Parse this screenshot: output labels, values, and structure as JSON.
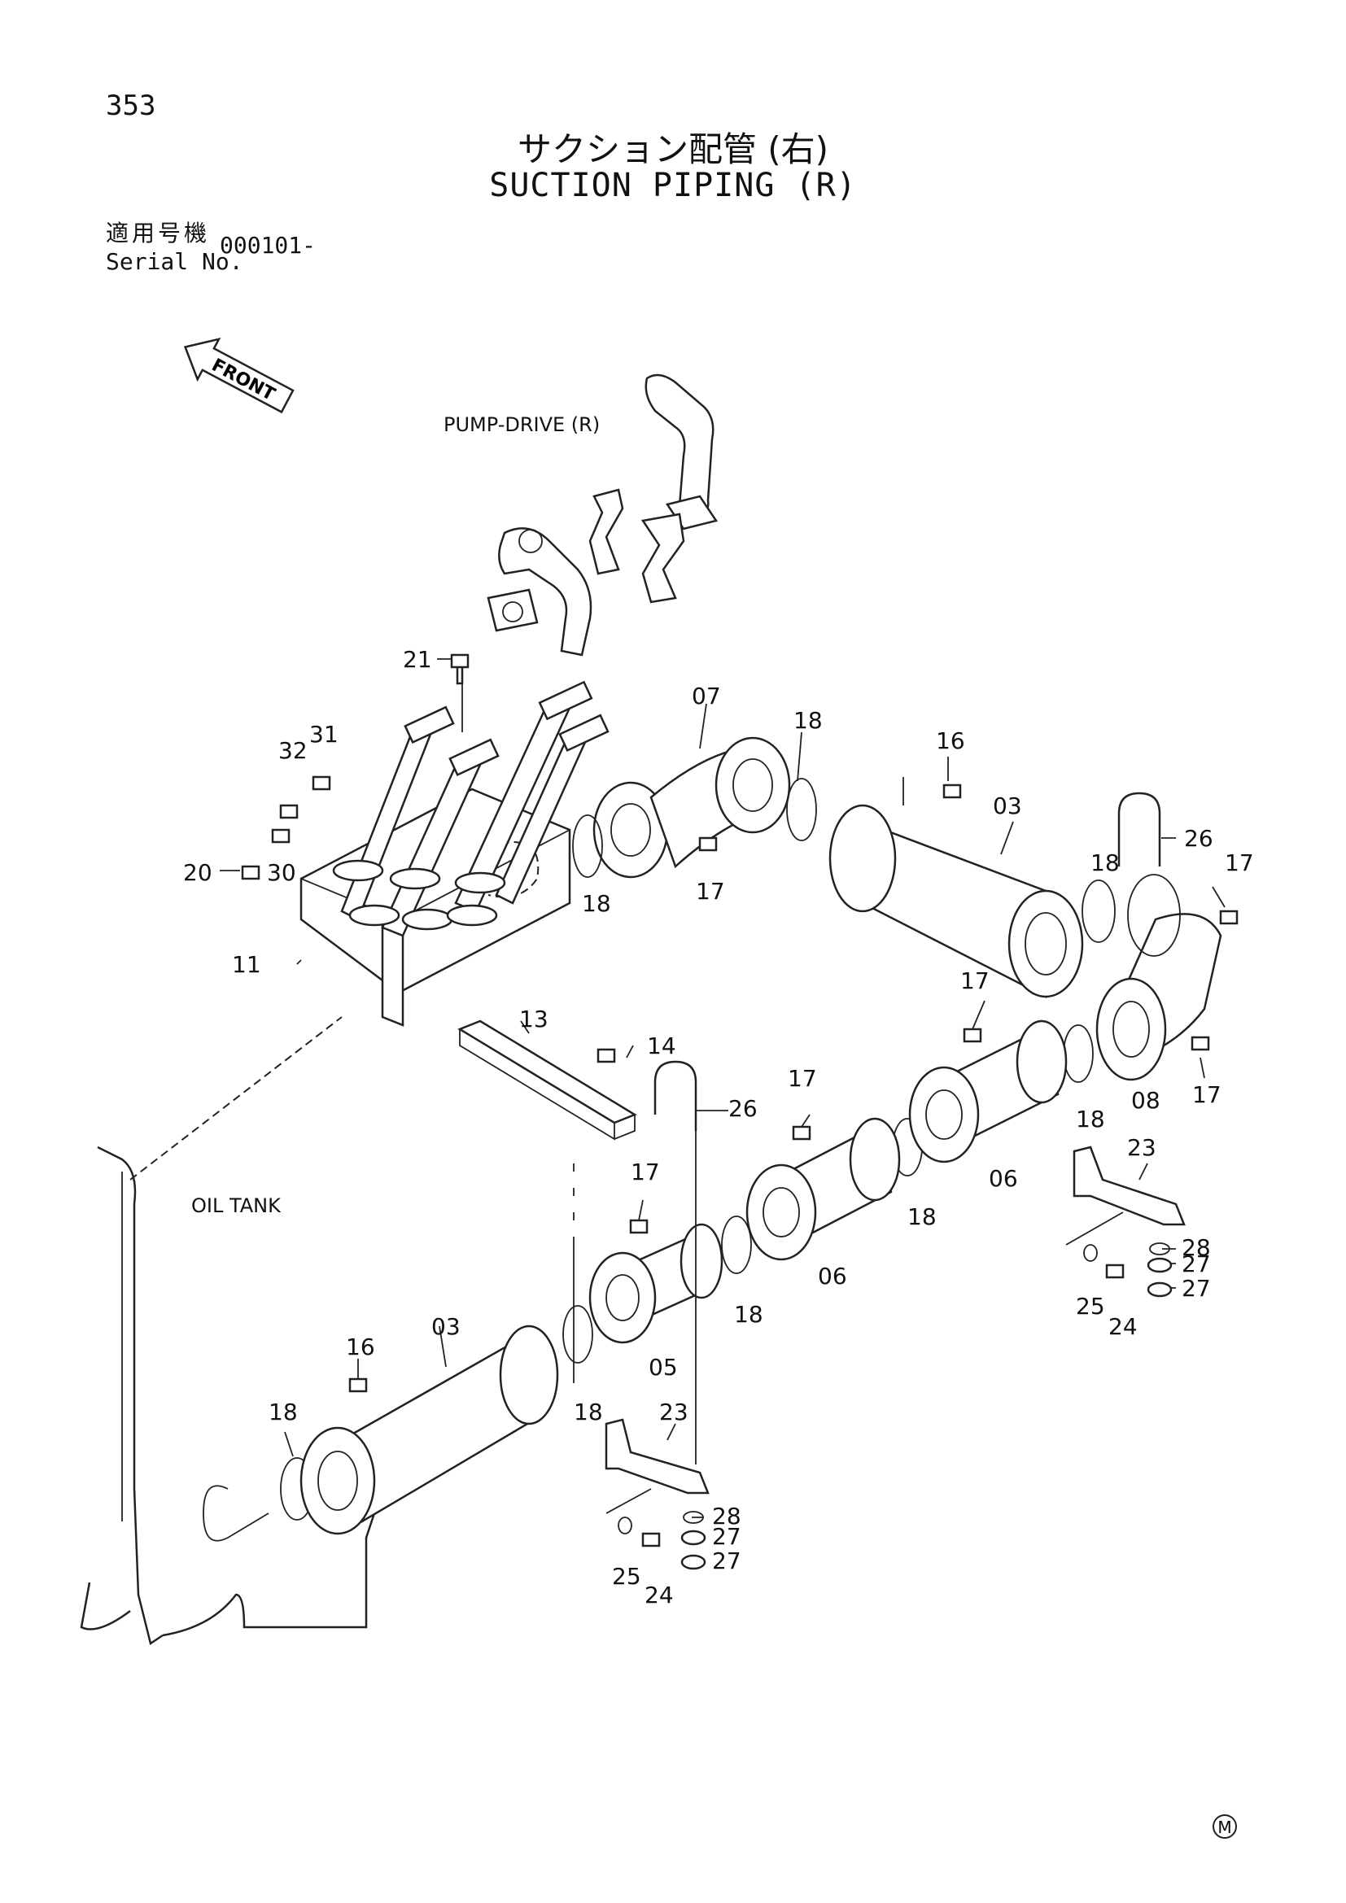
{
  "page_number": "353",
  "title_jp": "サクション配管 (右)",
  "title_en": "SUCTION PIPING (R)",
  "serial": {
    "label_jp": "適用号機",
    "label_en": "Serial No.",
    "value": "000101-"
  },
  "front_arrow_label": "FRONT",
  "area_labels": {
    "pump_drive": "PUMP-DRIVE (R)",
    "oil_tank": "OIL TANK"
  },
  "corner_mark": "M",
  "part_labels": [
    "03",
    "03",
    "05",
    "06",
    "06",
    "07",
    "08",
    "11",
    "13",
    "14",
    "16",
    "16",
    "17",
    "17",
    "17",
    "17",
    "17",
    "17",
    "18",
    "18",
    "18",
    "18",
    "18",
    "18",
    "18",
    "18",
    "20",
    "21",
    "23",
    "23",
    "24",
    "24",
    "25",
    "25",
    "26",
    "26",
    "27",
    "27",
    "27",
    "27",
    "28",
    "28",
    "30",
    "31",
    "32"
  ]
}
